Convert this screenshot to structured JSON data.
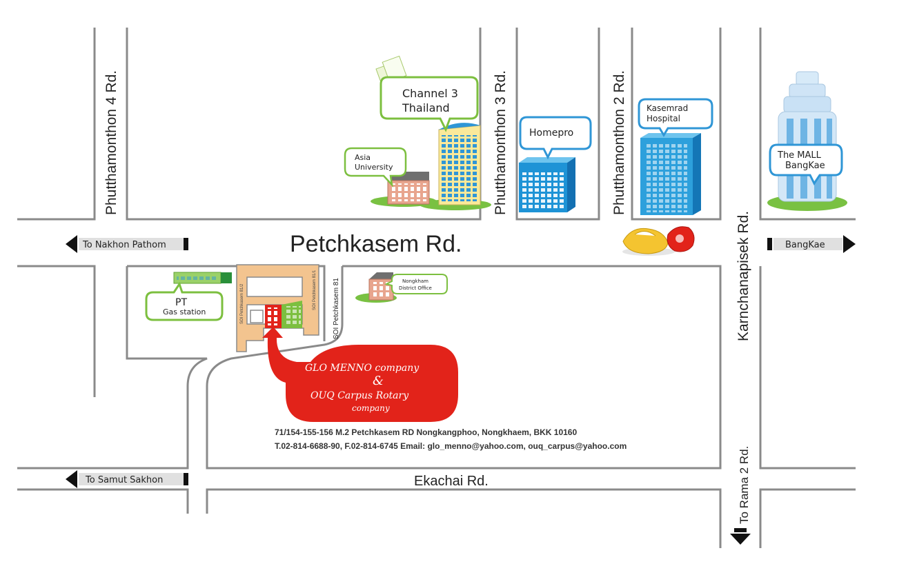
{
  "roads": {
    "petchkasem": "Petchkasem Rd.",
    "ekachai": "Ekachai Rd.",
    "phutthamonthon4": "Phutthamonthon 4 Rd.",
    "phutthamonthon3": "Phutthamonthon 3 Rd.",
    "phutthamonthon2": "Phutthamonthon 2 Rd.",
    "karnchanapisek": "Karnchanapisek Rd.",
    "rama2": "To Rama 2 Rd.",
    "soi81": "SOI Petchkasem 81",
    "soi81_2": "SOI Petchkasem 81/2",
    "soi81_1": "SOI Petchkasem 81/1"
  },
  "directions": {
    "nakhon_pathom": "To Nakhon Pathom",
    "bangkae": "BangKae",
    "samut_sakhon": "To Samut Sakhon"
  },
  "landmarks": {
    "channel3_line1": "Channel 3",
    "channel3_line2": "Thailand",
    "asia_line1": "Asia",
    "asia_line2": "University",
    "homepro": "Homepro",
    "kasemrad_line1": "Kasemrad",
    "kasemrad_line2": "Hospital",
    "mall_line1": "The MALL",
    "mall_line2": "BangKae",
    "pt_line1": "PT",
    "pt_line2": "Gas station",
    "nongkham_line1": "Nongkham",
    "nongkham_line2": "District Office"
  },
  "company": {
    "line1": "GLO MENNO company",
    "line2": "&",
    "line3": "OUQ Carpus Rotary",
    "line4": "company"
  },
  "address": {
    "line1": "71/154-155-156 M.2 Petchkasem RD Nongkangphoo, Nongkhaem, BKK 10160",
    "line2": "T.02-814-6688-90, F.02-814-6745 Email: glo_menno@yahoo.com, ouq_carpus@yahoo.com"
  },
  "colors": {
    "road": "#8a8a8a",
    "green": "#7cbf3f",
    "blue": "#2f96d6",
    "red": "#e2231a",
    "tan": "#f3c48f"
  }
}
